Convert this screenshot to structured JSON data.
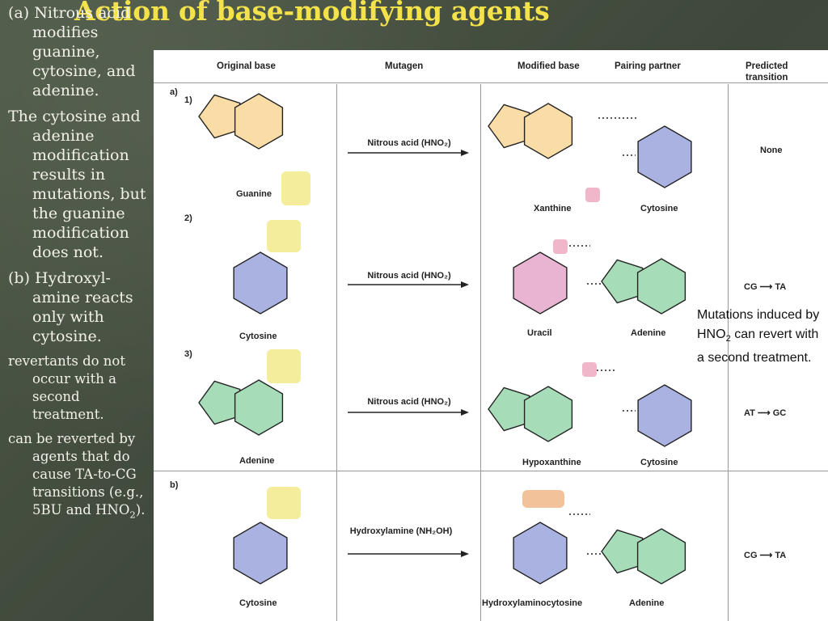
{
  "slide": {
    "title": "Action of base-modifying agents",
    "bullets": [
      {
        "prefix": "(a) ",
        "text": "Nitrous acid modifies guanine, cytosine, and adenine."
      },
      {
        "text": "The cytosine and adenine modification results in mutations, but the guanine modification does not."
      },
      {
        "prefix": "(b) ",
        "text": "Hydroxyl-amine reacts only with cytosine."
      },
      {
        "text": "revertants do not occur with a second treatment."
      },
      {
        "text": "can be reverted by agents that do cause TA-to-CG transitions (e.g., 5BU and HNO",
        "sub": "2",
        "tail": ")."
      }
    ],
    "note": {
      "text": "Mutations induced by HNO",
      "sub": "2",
      "tail": " can revert with a second treatment."
    }
  },
  "figure": {
    "headers": {
      "original": "Original base",
      "mutagen": "Mutagen",
      "modified": "Modified base",
      "partner": "Pairing partner",
      "transition": "Predicted transition"
    },
    "section_a": "a)",
    "section_b": "b)",
    "rows": [
      {
        "num": "1)",
        "original": "Guanine",
        "mutagen": "Nitrous acid (HNO₂)",
        "modified": "Xanthine",
        "partner": "Cytosine",
        "transition": "None"
      },
      {
        "num": "2)",
        "original": "Cytosine",
        "mutagen": "Nitrous acid (HNO₂)",
        "modified": "Uracil",
        "partner": "Adenine",
        "transition": "CG ⟶ TA"
      },
      {
        "num": "3)",
        "original": "Adenine",
        "mutagen": "Nitrous acid (HNO₂)",
        "modified": "Hypoxanthine",
        "partner": "Cytosine",
        "transition": "AT ⟶ GC"
      },
      {
        "num": "",
        "original": "Cytosine",
        "mutagen": "Hydroxylamine (NH₂OH)",
        "modified": "Hydroxylaminocytosine",
        "partner": "Adenine",
        "transition": "CG ⟶ TA"
      }
    ],
    "colors": {
      "purine_orange": "#f9dca6",
      "pyrimidine_blue": "#aab2e2",
      "adenine_green": "#a7dcb8",
      "uracil_pink": "#e9b4d2",
      "highlight_yellow": "#f4ee9c",
      "highlight_pink": "#efb7c9",
      "highlight_orange": "#f2c29a"
    }
  }
}
